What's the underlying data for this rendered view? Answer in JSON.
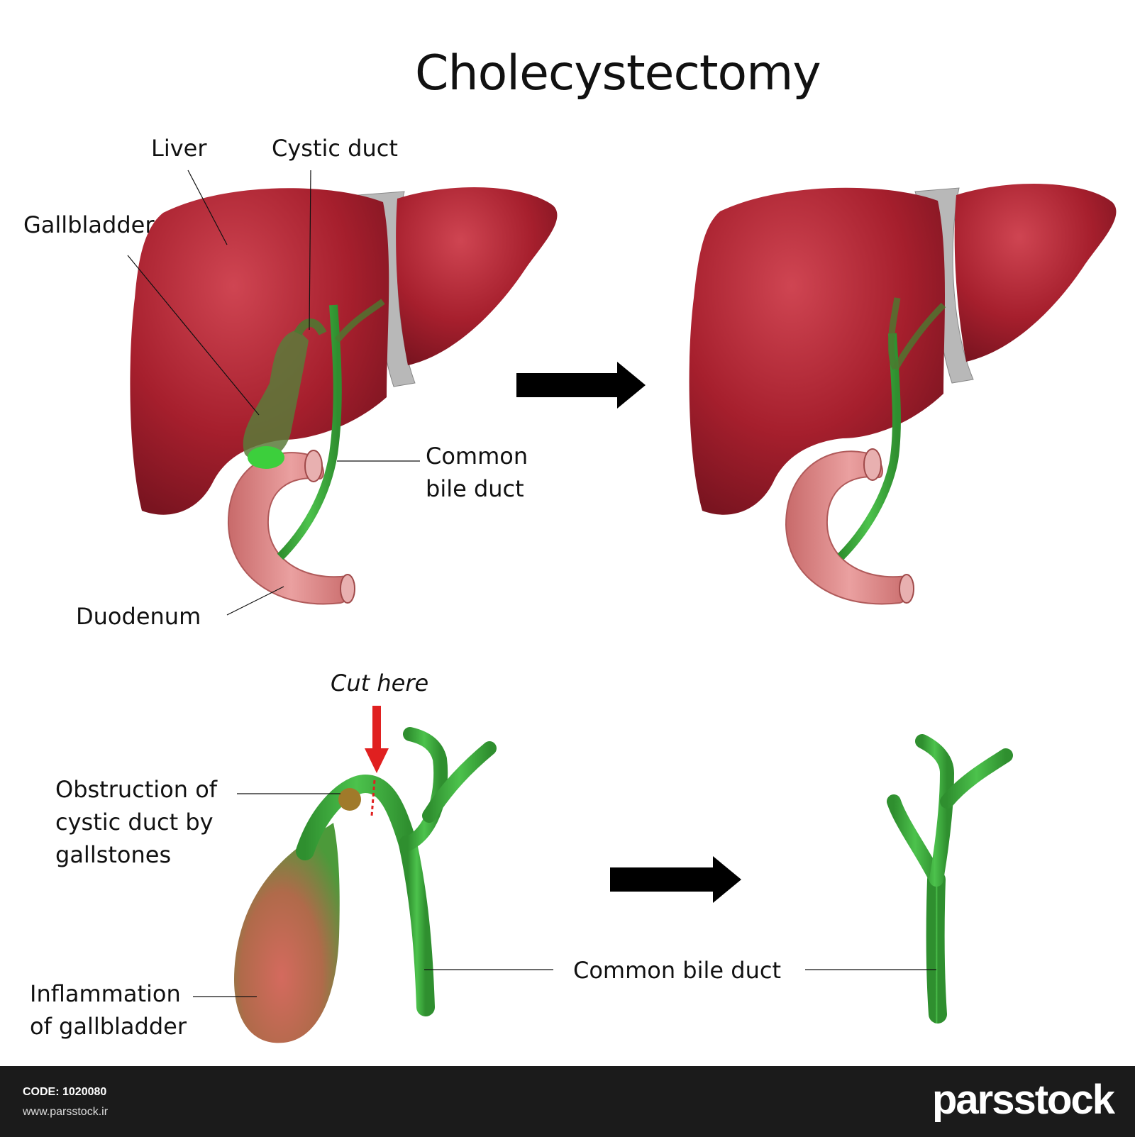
{
  "title": "Cholecystectomy",
  "labels": {
    "liver": "Liver",
    "cystic_duct": "Cystic duct",
    "gallbladder": "Gallbladder",
    "common_bile_duct_line1": "Common",
    "common_bile_duct_line2": "bile duct",
    "duodenum": "Duodenum",
    "cut_here": "Cut here",
    "obstruction_line1": "Obstruction of",
    "obstruction_line2": "cystic duct by",
    "obstruction_line3": "gallstones",
    "inflammation_line1": "Inflammation",
    "inflammation_line2": "of gallbladder",
    "common_bile_duct_bottom": "Common bile duct"
  },
  "footer": {
    "code": "CODE: 1020080",
    "url": "www.parsstock.ir",
    "brand": "parsstock"
  },
  "colors": {
    "liver": "#a8202f",
    "bile": "#3aa33a",
    "duodenum": "#d98080",
    "arrow": "#000000",
    "cut_arrow": "#e02020"
  }
}
